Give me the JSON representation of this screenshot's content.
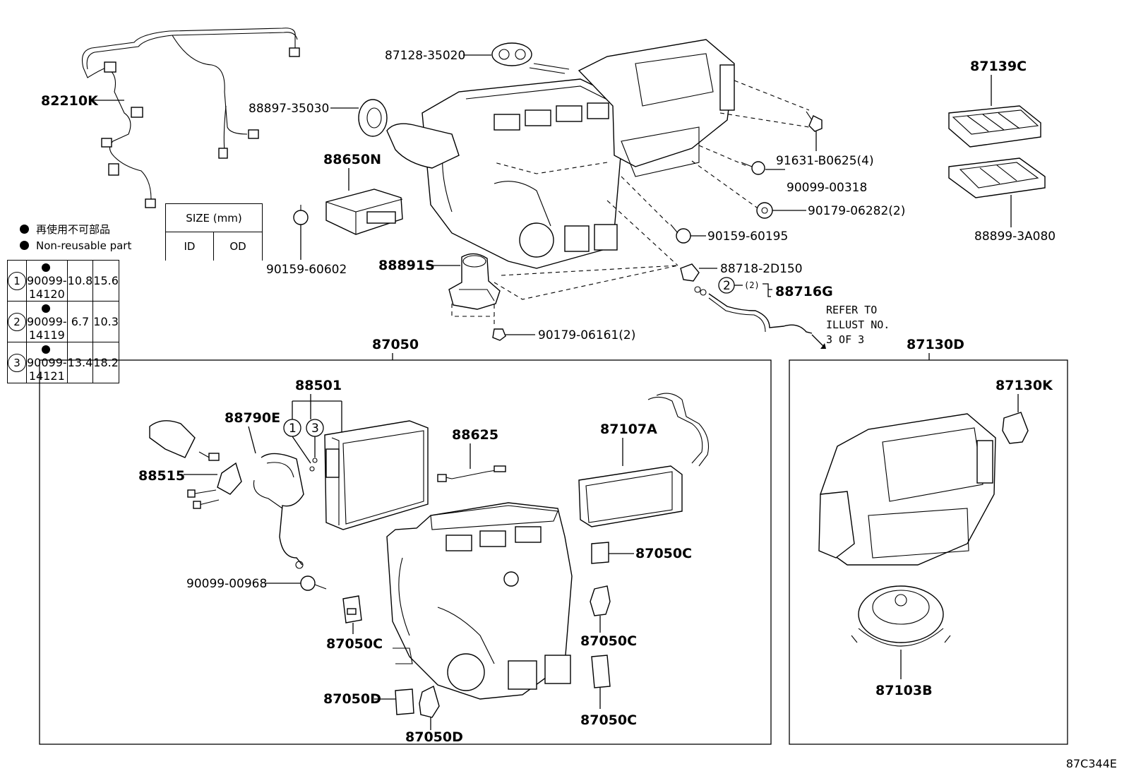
{
  "labels": {
    "harness": "82210K",
    "grommet": "87128-35020",
    "seal": "88897-35030",
    "filter_top": "87139C",
    "bolt_4": "91631-B0625(4)",
    "screw_318": "90099-00318",
    "nut_6282": "90179-06282(2)",
    "clip_60195": "90159-60195",
    "filter_case": "88899-3A080",
    "amp": "88650N",
    "clip_60602": "90159-60602",
    "valve_88891": "88891S",
    "sensor_2d150": "88718-2D150",
    "pipe_88716": "88716G",
    "ring2_count": "(2)",
    "nut_6161": "90179-06161(2)",
    "refer_1": "REFER TO",
    "refer_2": "ILLUST NO.",
    "refer_3": "3 OF 3",
    "unit": "87050",
    "blower_assy": "87130D",
    "evap": "88501",
    "exp_tube": "88790E",
    "exp_valve": "88515",
    "thermistor": "88625",
    "heater_core": "87107A",
    "blower_cover": "87130K",
    "screw_968": "90099-00968",
    "seal_c1": "87050C",
    "seal_c2": "87050C",
    "seal_c3": "87050C",
    "seal_c4": "87050C",
    "seal_d1": "87050D",
    "seal_d2": "87050D",
    "motor": "87103B",
    "ring1": "1",
    "ring2": "2",
    "ring3": "3",
    "ring_pipe": "2"
  },
  "legend": {
    "note_jp": "再使用不可部品",
    "note_en": "Non-reusable part",
    "size_header": "SIZE (mm)",
    "col_id": "ID",
    "col_od": "OD",
    "rows": [
      {
        "idx": "1",
        "part": "90099-14120",
        "id": "10.8",
        "od": "15.6"
      },
      {
        "idx": "2",
        "part": "90099-14119",
        "id": "6.7",
        "od": "10.3"
      },
      {
        "idx": "3",
        "part": "90099-14121",
        "id": "13.4",
        "od": "18.2"
      }
    ]
  },
  "illustration_code": "87C344E"
}
